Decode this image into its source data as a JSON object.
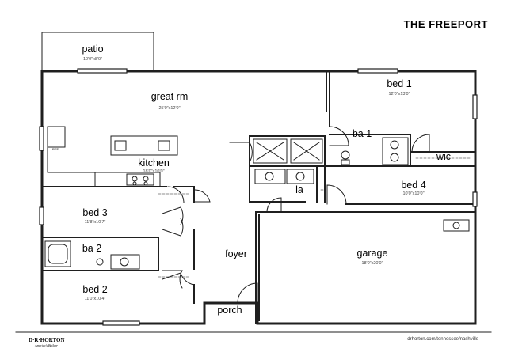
{
  "plan": {
    "title": "THE FREEPORT",
    "builder": {
      "name": "D·R·HORTON",
      "tagline": "America's Builder"
    },
    "url": "drhorton.com/tennessee/nashville",
    "fixtures": {
      "ref_label": "REF"
    },
    "rooms": [
      {
        "id": "patio",
        "name": "patio",
        "dims": "10'0\"x8'0\""
      },
      {
        "id": "great-rm",
        "name": "great rm",
        "dims": "25'0\"x12'0\""
      },
      {
        "id": "bed-1",
        "name": "bed 1",
        "dims": "12'0\"x13'0\""
      },
      {
        "id": "ba-1",
        "name": "ba 1",
        "dims": ""
      },
      {
        "id": "wic",
        "name": "wic",
        "dims": ""
      },
      {
        "id": "kitchen",
        "name": "kitchen",
        "dims": "18'0\"x10'0\""
      },
      {
        "id": "la",
        "name": "la",
        "dims": ""
      },
      {
        "id": "bed-4",
        "name": "bed 4",
        "dims": "10'0\"x10'0\""
      },
      {
        "id": "bed-3",
        "name": "bed 3",
        "dims": "11'8\"x10'7\""
      },
      {
        "id": "ba-2",
        "name": "ba 2",
        "dims": ""
      },
      {
        "id": "foyer",
        "name": "foyer",
        "dims": ""
      },
      {
        "id": "garage",
        "name": "garage",
        "dims": "18'0\"x20'0\""
      },
      {
        "id": "bed-2",
        "name": "bed 2",
        "dims": "11'0\"x10'4\""
      },
      {
        "id": "porch",
        "name": "porch",
        "dims": ""
      }
    ]
  }
}
